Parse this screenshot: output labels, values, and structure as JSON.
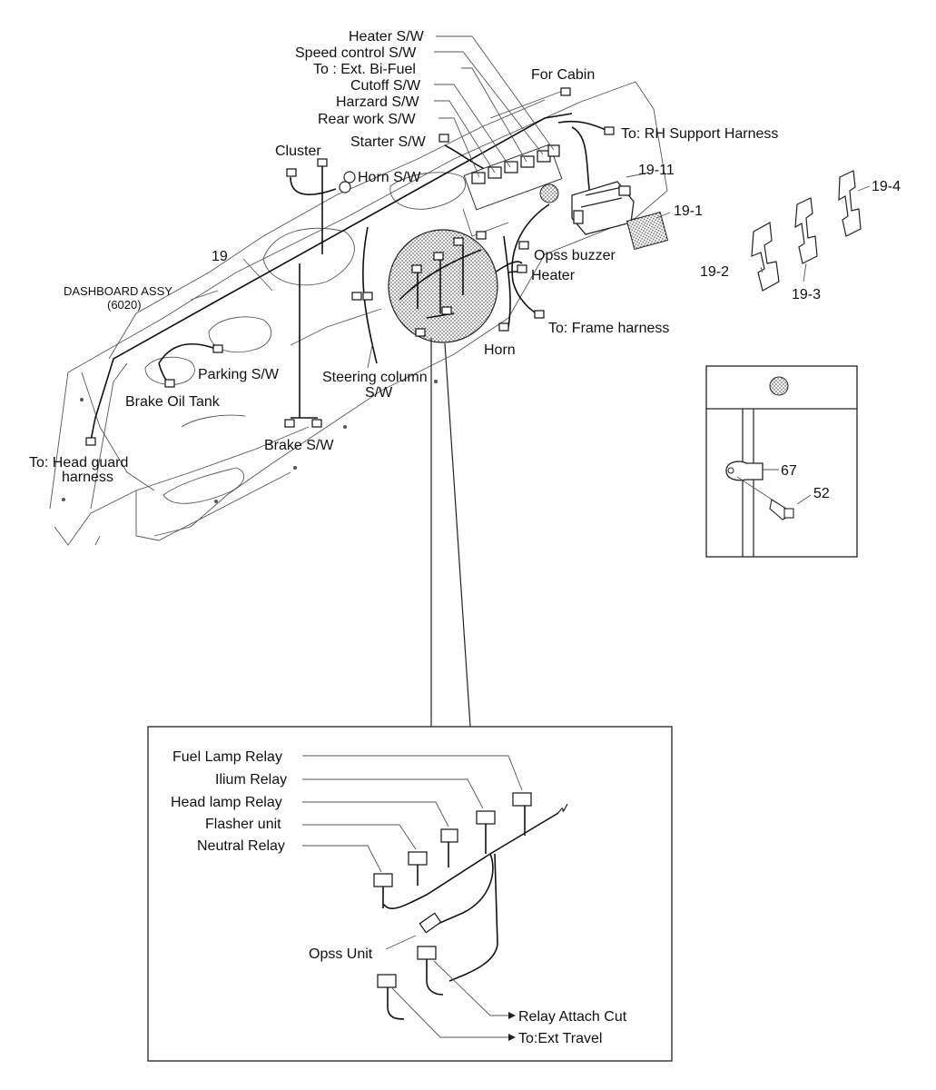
{
  "title_labels": {
    "heater_sw": "Heater S/W",
    "speed_control_sw": "Speed control S/W",
    "ext_bi_fuel": "To : Ext. Bi-Fuel",
    "cutoff_sw": "Cutoff S/W",
    "harzard_sw": "Harzard S/W",
    "rear_work_sw": "Rear work S/W",
    "starter_sw": "Starter S/W",
    "for_cabin": "For Cabin",
    "rh_support": "To: RH Support Harness",
    "cluster": "Cluster",
    "horn_sw": "Horn S/W",
    "part_19_11": "19-11",
    "part_19_1": "19-1",
    "part_19_4": "19-4",
    "part_19_2": "19-2",
    "part_19_3": "19-3",
    "part_19": "19",
    "dashboard_assy": "DASHBOARD ASSY",
    "dashboard_code": "(6020)",
    "opss_buzzer": "Opss buzzer",
    "heater": "Heater",
    "frame_harness": "To: Frame harness",
    "horn": "Horn",
    "parking_sw": "Parking S/W",
    "steering_column_1": "Steering column",
    "steering_column_2": "S/W",
    "brake_oil_tank": "Brake Oil Tank",
    "brake_sw": "Brake S/W",
    "head_guard_1": "To:  Head guard",
    "head_guard_2": "harness",
    "part_67": "67",
    "part_52": "52"
  },
  "detail_labels": {
    "fuel_lamp_relay": "Fuel Lamp Relay",
    "ilium_relay": "Ilium Relay",
    "head_lamp_relay": "Head lamp Relay",
    "flasher_unit": "Flasher unit",
    "neutral_relay": "Neutral Relay",
    "opss_unit": "Opss Unit",
    "relay_attach_cut": "Relay Attach Cut",
    "to_ext_travel": "To:Ext Travel"
  }
}
